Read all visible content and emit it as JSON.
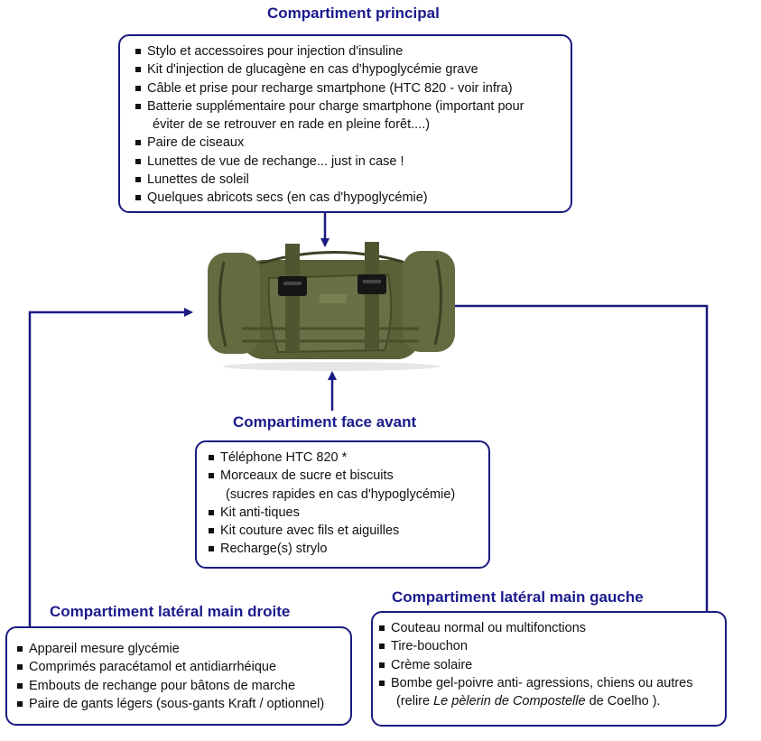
{
  "colors": {
    "title": "#1a1a8c",
    "line": "#1a1a80",
    "bag": "#5b6137"
  },
  "principal": {
    "title": "Compartiment principal",
    "items": [
      "Stylo et accessoires pour injection d'insuline",
      "Kit d'injection de glucagène en cas d'hypoglycémie grave",
      "Câble et prise pour recharge smartphone (HTC 820 - voir infra)",
      "Batterie supplémentaire pour charge smartphone (important pour",
      "Paire de ciseaux",
      "Lunettes de vue de rechange... just in case !",
      "Lunettes de soleil",
      "Quelques abricots secs (en cas d'hypoglycémie)"
    ],
    "item4_cont": "éviter de se retrouver en rade en pleine forêt....)"
  },
  "avant": {
    "title": "Compartiment face avant",
    "items": [
      "Téléphone HTC 820 *",
      "Morceaux de sucre et biscuits",
      "Kit anti-tiques",
      "Kit couture avec fils et aiguilles",
      "Recharge(s) strylo"
    ],
    "item2_cont": "(sucres rapides en cas d'hypoglycémie)"
  },
  "droite": {
    "title": "Compartiment latéral main droite",
    "items": [
      "Appareil mesure glycémie",
      "Comprimés paracétamol et antidiarrhéique",
      "Embouts de rechange pour bâtons de marche",
      "Paire de gants légers (sous-gants Kraft / optionnel)"
    ]
  },
  "gauche": {
    "title": "Compartiment latéral main gauche",
    "items": [
      "Couteau normal ou multifonctions",
      "Tire-bouchon",
      "Crème solaire",
      "Bombe gel-poivre anti- agressions, chiens ou autres"
    ],
    "item4_cont_prefix": "(relire ",
    "item4_cont_italic": "Le pèlerin de Compostelle",
    "item4_cont_suffix": " de Coelho )."
  }
}
